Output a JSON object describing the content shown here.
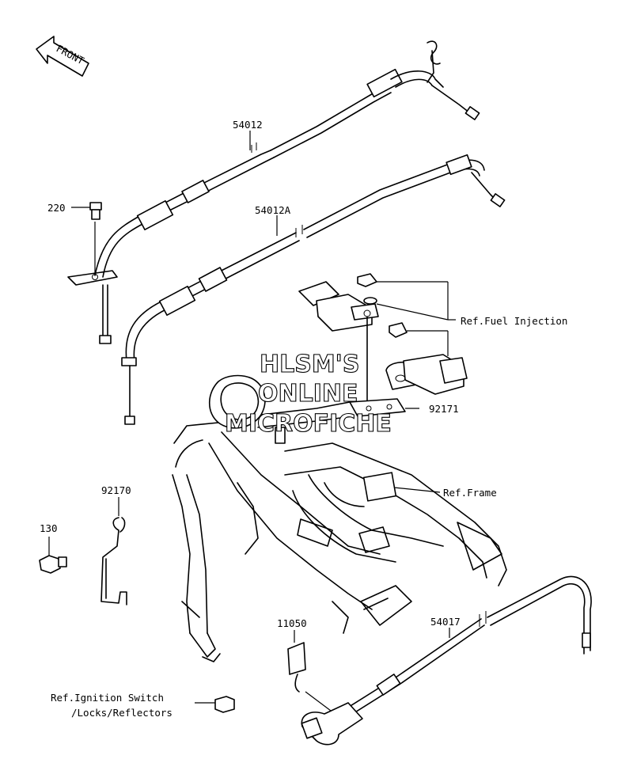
{
  "front_arrow": {
    "label": "FRONT"
  },
  "callouts": [
    {
      "id": "54012",
      "label": "54012"
    },
    {
      "id": "54012A",
      "label": "54012A"
    },
    {
      "id": "220",
      "label": "220"
    },
    {
      "id": "ref-fuel",
      "label": "Ref.Fuel Injection"
    },
    {
      "id": "92171",
      "label": "92171"
    },
    {
      "id": "ref-frame",
      "label": "Ref.Frame"
    },
    {
      "id": "92170",
      "label": "92170"
    },
    {
      "id": "130",
      "label": "130"
    },
    {
      "id": "11050",
      "label": "11050"
    },
    {
      "id": "54017",
      "label": "54017"
    },
    {
      "id": "ref-ignition-1",
      "label": "Ref.Ignition Switch"
    },
    {
      "id": "ref-ignition-2",
      "label": "/Locks/Reflectors"
    }
  ],
  "watermark": {
    "line1": "HLSM'S",
    "line2": "ONLINE",
    "line3": "MICROFICHE"
  },
  "icons": [
    "front-arrow-icon"
  ]
}
